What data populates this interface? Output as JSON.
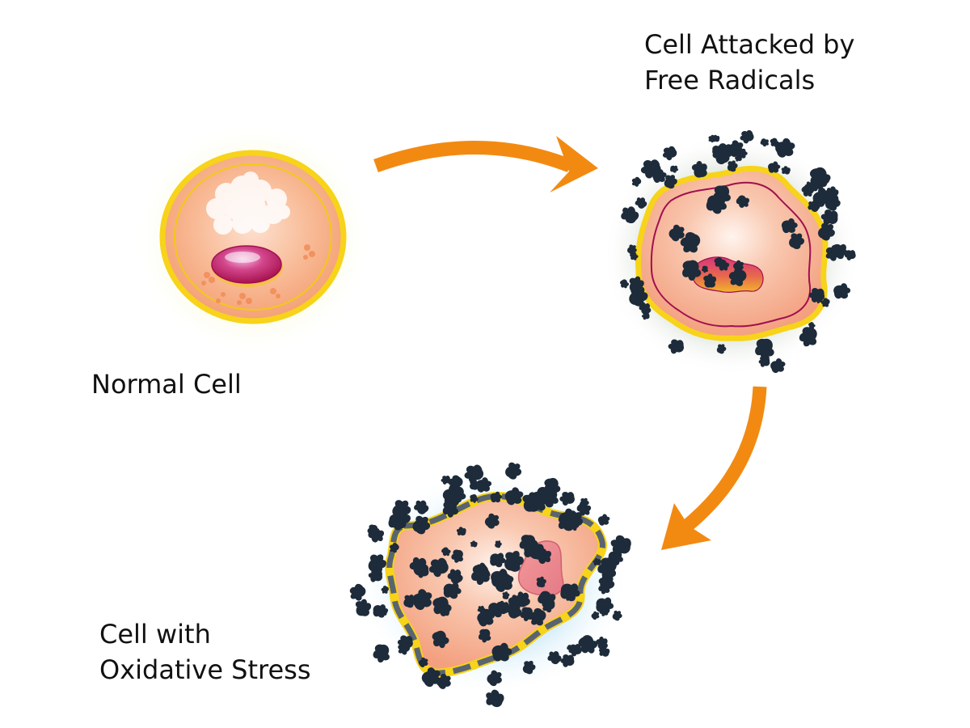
{
  "labels": {
    "normal_cell": "Normal Cell",
    "attacked_line1": "Cell Attacked by",
    "attacked_line2": "Free Radicals",
    "stress_line1": "Cell with",
    "stress_line2": "Oxidative Stress"
  },
  "colors": {
    "arrow": "#f28a12",
    "cell_membrane": "#f7d31a",
    "cytoplasm": "#f7b08c",
    "nucleus": "#cf2f72",
    "nuclear_envelope": "#a01050",
    "free_radical": "#1d2b3a",
    "damaged_membrane": "#5a6470",
    "healthy_glow": "#f4f7a0",
    "attacked_glow": "#7f9a7a",
    "stress_glow": "#8fd0f2"
  },
  "icons": [
    "arrow-right-icon",
    "arrow-down-icon",
    "free-radical-icon"
  ]
}
